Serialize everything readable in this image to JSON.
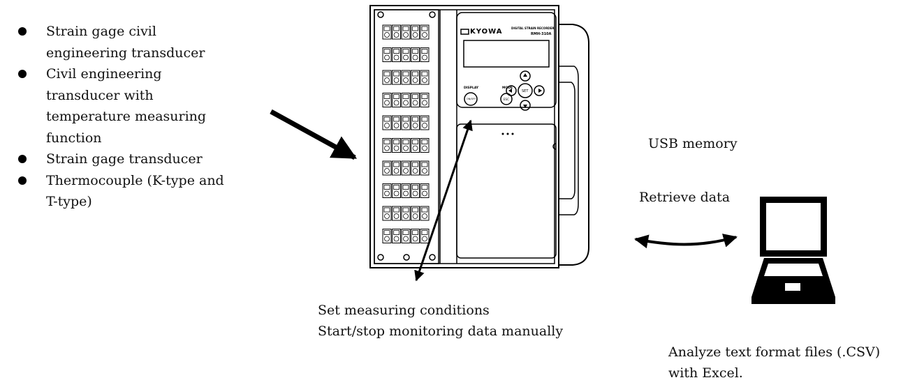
{
  "inputs": [
    "Strain gage civil engineering transducer",
    "Civil engineering transducer with temperature measuring function",
    "Strain gage transducer",
    "Thermocouple (K-type and T-type)"
  ],
  "device": {
    "brand": "KYOWA",
    "caption_line1": "DIGITAL STRAIN RECORDER",
    "model": "RMH-310A",
    "display_label": "DISPLAY",
    "mode_label": "MODE",
    "on_off_label": "ON/OFF",
    "esc_label": "ESC",
    "set_label": "SET"
  },
  "usb_label": "USB memory",
  "retrieve_label": "Retrieve data",
  "settings_text": {
    "line1": "Set measuring conditions",
    "line2": "Start/stop monitoring data manually"
  },
  "analyze_text": {
    "line1": "Analyze text format files (.CSV)",
    "line2": "with Excel."
  }
}
